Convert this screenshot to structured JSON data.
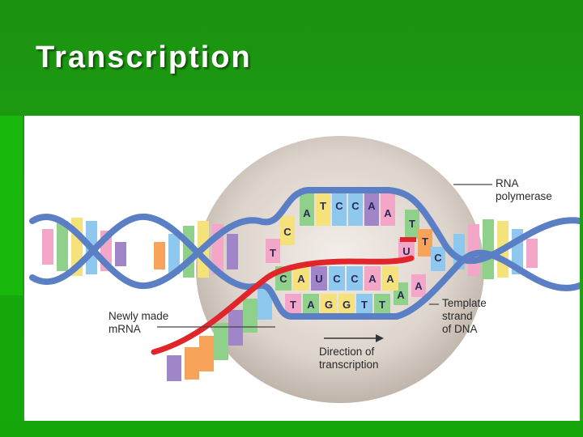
{
  "slide": {
    "title": "Transcription"
  },
  "diagram": {
    "labels": {
      "rna_polymerase_1": "RNA",
      "rna_polymerase_2": "polymerase",
      "newly_made_1": "Newly made",
      "newly_made_2": "mRNA",
      "template_1": "Template",
      "template_2": "strand",
      "template_3": "of DNA",
      "direction_1": "Direction of",
      "direction_2": "transcription"
    },
    "bases": {
      "coding_top": [
        "A",
        "T",
        "C",
        "C",
        "A",
        "A"
      ],
      "coding_left": [
        "C",
        "T"
      ],
      "coding_right": [
        "T",
        "T",
        "C"
      ],
      "mrna": [
        "C",
        "A",
        "U",
        "C",
        "C",
        "A",
        "A"
      ],
      "mrna_new": "U",
      "template": [
        "T",
        "A",
        "G",
        "G",
        "T",
        "T",
        "A",
        "A"
      ]
    },
    "colors": {
      "backbone": "#5a7fc4",
      "mrna_backbone": "#e0262a",
      "polymerase": "#d8cfc6",
      "base_pink": "#f4a6c8",
      "base_green": "#8fd08a",
      "base_yellow": "#f6e27a",
      "base_blue": "#8ec8ef",
      "base_purple": "#a086c8",
      "base_orange": "#f7a35a"
    }
  }
}
